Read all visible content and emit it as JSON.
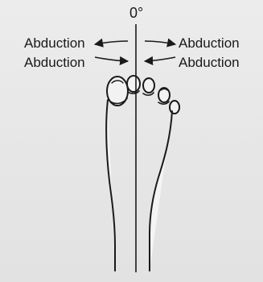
{
  "diagram": {
    "angle_label": "0°",
    "labels": {
      "left_top": "Abduction",
      "left_bottom": "Abduction",
      "right_top": "Abduction",
      "right_bottom": "Abduction"
    },
    "stroke_color": "#1a1a1a",
    "background_color": "#e9e9e9"
  }
}
